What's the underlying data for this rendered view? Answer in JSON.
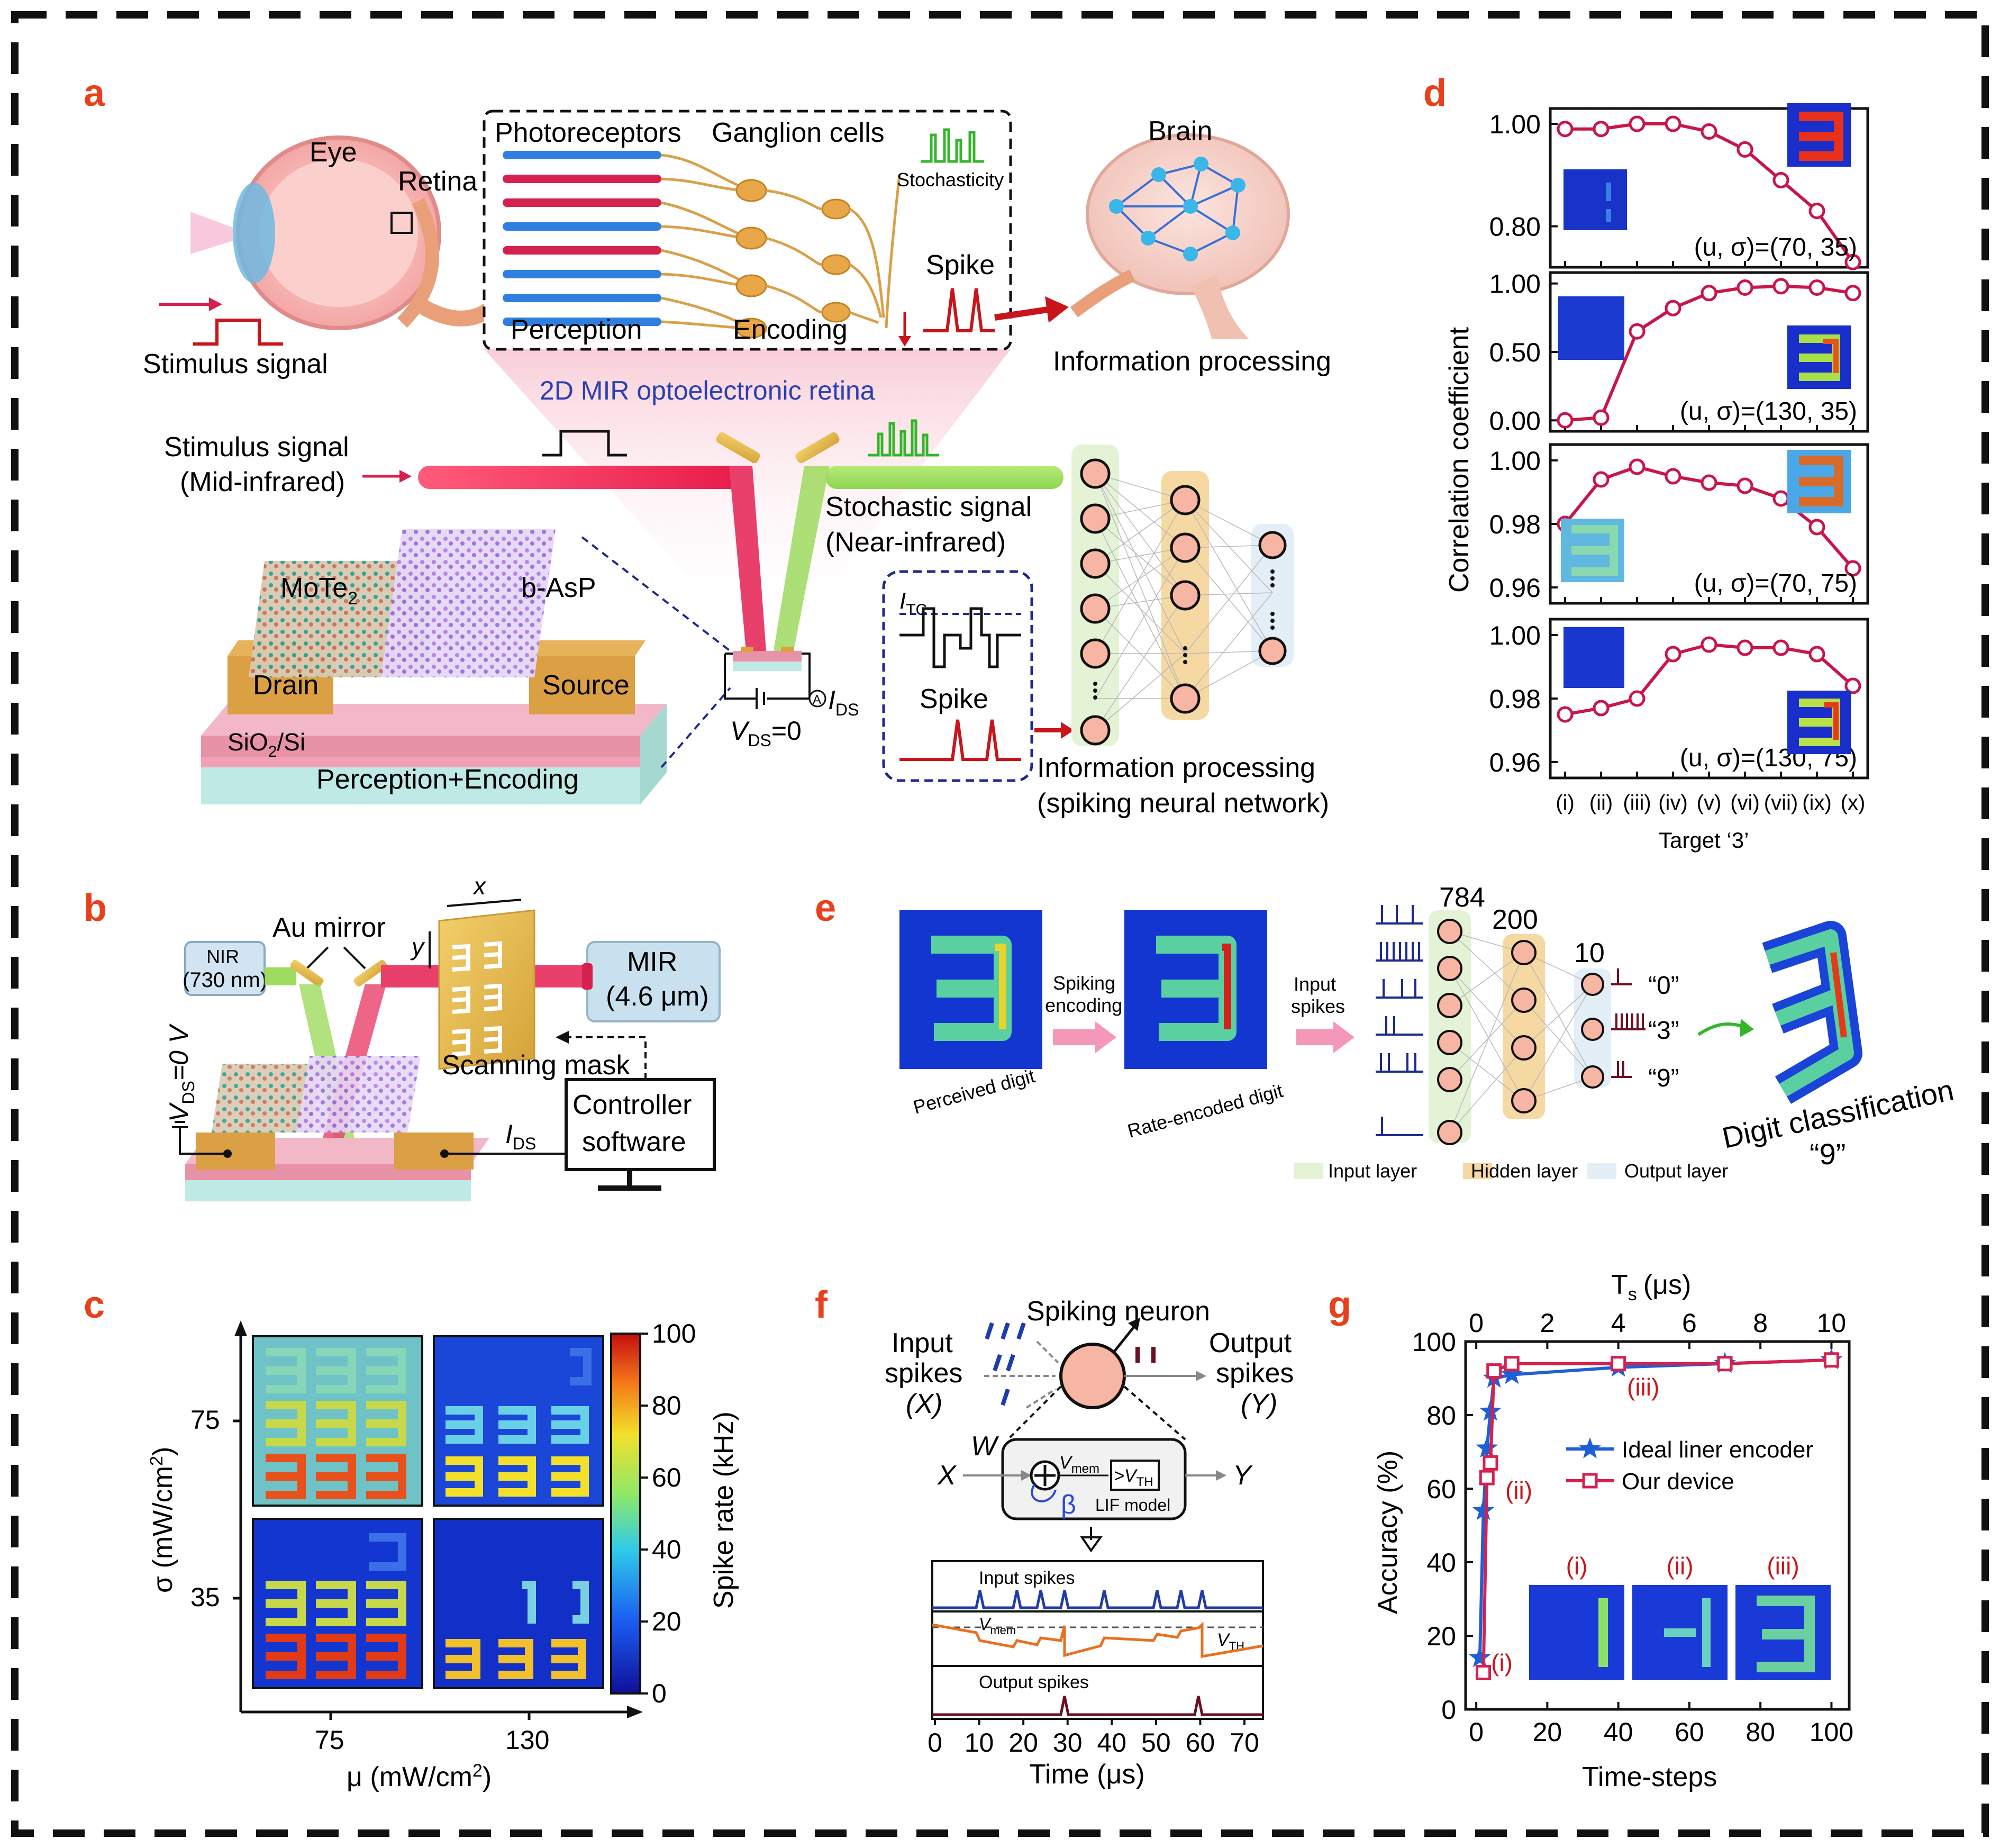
{
  "panels": {
    "a": {
      "label": "a"
    },
    "b": {
      "label": "b"
    },
    "c": {
      "label": "c"
    },
    "d": {
      "label": "d"
    },
    "e": {
      "label": "e"
    },
    "f": {
      "label": "f"
    },
    "g": {
      "label": "g"
    }
  },
  "panel_a": {
    "eye": "Eye",
    "retina": "Retina",
    "stimulus_signal": "Stimulus signal",
    "photoreceptors": "Photoreceptors",
    "ganglion_cells": "Ganglion cells",
    "stochasticity": "Stochasticity",
    "spike": "Spike",
    "perception": "Perception",
    "encoding": "Encoding",
    "brain": "Brain",
    "information_processing": "Information processing",
    "device_title": "2D MIR optoelectronic retina",
    "stimulus_mir_1": "Stimulus signal",
    "stimulus_mir_2": "(Mid-infrared)",
    "stochastic_1": "Stochastic signal",
    "stochastic_2": "(Near-infrared)",
    "mote2": "MoTe",
    "mote2_sub": "2",
    "basp": "b-AsP",
    "drain": "Drain",
    "source": "Source",
    "substrate": "SiO",
    "substrate_sub": "2",
    "substrate_tail": "/Si",
    "perception_encoding": "Perception+Encoding",
    "vds": "V",
    "vds_sub": "DS",
    "vds_val": "=0",
    "ids": "I",
    "ids_sub": "DS",
    "itc": "I",
    "itc_sub": "TC",
    "spike2": "Spike",
    "snn_1": "Information processing",
    "snn_2": "(spiking neural network)"
  },
  "panel_b": {
    "au_mirror": "Au mirror",
    "nir_1": "NIR",
    "nir_2": "(730 nm)",
    "mir_1": "MIR",
    "mir_2": "(4.6 μm)",
    "x": "x",
    "y": "y",
    "scanning_mask": "Scanning mask",
    "controller_1": "Controller",
    "controller_2": "software",
    "vds": "V",
    "vds_sub": "DS",
    "vds_val": "=0 V",
    "ids": "I",
    "ids_sub": "DS"
  },
  "panel_c": {
    "ylabel": "σ (mW/cm",
    "ylabel_sup": "2",
    "ylabel_end": ")",
    "xlabel": "μ (mW/cm",
    "xlabel_sup": "2",
    "xlabel_end": ")",
    "yticks": [
      "75",
      "35"
    ],
    "xticks": [
      "75",
      "130"
    ],
    "colorbar_label": "Spike rate (kHz)",
    "colorbar_ticks": [
      "100",
      "80",
      "60",
      "40",
      "20",
      "0"
    ]
  },
  "panel_e": {
    "perceived": "Perceived digit",
    "rate_encoded": "Rate-encoded digit",
    "spiking_encoding_1": "Spiking",
    "spiking_encoding_2": "encoding",
    "input_spikes_1": "Input",
    "input_spikes_2": "spikes",
    "n_input": "784",
    "n_hidden": "200",
    "n_output": "10",
    "out0": "“0”",
    "out3": "“3”",
    "out9": "“9”",
    "classification_1": "Digit classification",
    "classification_2": "“9”",
    "legend_input": "Input layer",
    "legend_hidden": "Hidden layer",
    "legend_output": "Output layer"
  },
  "panel_f": {
    "spiking_neuron": "Spiking neuron",
    "input_1": "Input",
    "input_2": "spikes",
    "input_3": "(X)",
    "output_1": "Output",
    "output_2": "spikes",
    "output_3": "(Y)",
    "x": "X",
    "w": "W",
    "y": "Y",
    "vmem": "V",
    "vmem_sub": "mem",
    "vth": ">V",
    "vth_sub": "TH",
    "beta": "β",
    "lif": "LIF model",
    "trace_input": "Input spikes",
    "trace_vmem": "V",
    "trace_vmem_sub": "mem",
    "trace_vth": "V",
    "trace_vth_sub": "TH",
    "trace_output": "Output spikes",
    "xticks": [
      "0",
      "10",
      "20",
      "30",
      "40",
      "50",
      "60",
      "70"
    ],
    "xlabel": "Time (μs)"
  },
  "colors": {
    "panel_label": "#e8401c",
    "ideal": "#1f5fd6",
    "device": "#d6204f",
    "annotation": "#c8151b"
  },
  "chart_data": [
    {
      "type": "line",
      "panel": "d",
      "ylabel": "Correlation coefficient",
      "xlabel": "Target ‘3’",
      "categories": [
        "(i)",
        "(ii)",
        "(iii)",
        "(iv)",
        "(v)",
        "(vi)",
        "(vii)",
        "(ix)",
        "(x)"
      ],
      "subplots": [
        {
          "annotation": "(u, σ)=(70, 35)",
          "ylim": [
            0.72,
            1.03
          ],
          "yticks": [
            0.8,
            1.0
          ],
          "ytick_labels": [
            "0.80",
            "1.00"
          ],
          "values": [
            0.99,
            0.99,
            1.0,
            1.0,
            0.985,
            0.95,
            0.89,
            0.83,
            0.73
          ]
        },
        {
          "annotation": "(u, σ)=(130, 35)",
          "ylim": [
            -0.08,
            1.08
          ],
          "yticks": [
            0.0,
            0.5,
            1.0
          ],
          "ytick_labels": [
            "0.00",
            "0.50",
            "1.00"
          ],
          "values": [
            0.0,
            0.02,
            0.65,
            0.82,
            0.93,
            0.97,
            0.98,
            0.97,
            0.93
          ]
        },
        {
          "annotation": "(u, σ)=(70, 75)",
          "ylim": [
            0.955,
            1.005
          ],
          "yticks": [
            0.96,
            0.98,
            1.0
          ],
          "ytick_labels": [
            "0.96",
            "0.98",
            "1.00"
          ],
          "values": [
            0.98,
            0.994,
            0.998,
            0.995,
            0.993,
            0.992,
            0.988,
            0.979,
            0.966
          ]
        },
        {
          "annotation": "(u, σ)=(130, 75)",
          "ylim": [
            0.955,
            1.005
          ],
          "yticks": [
            0.96,
            0.98,
            1.0
          ],
          "ytick_labels": [
            "0.96",
            "0.98",
            "1.00"
          ],
          "values": [
            0.975,
            0.977,
            0.98,
            0.994,
            0.997,
            0.996,
            0.996,
            0.994,
            0.984
          ]
        }
      ]
    },
    {
      "type": "line",
      "panel": "g",
      "xlabel": "Time-steps",
      "ylabel": "Accuracy (%)",
      "top_xlabel": "T",
      "top_xlabel_sub": "s",
      "top_xlabel_unit": "(μs)",
      "xlim": [
        -3,
        105
      ],
      "ylim": [
        0,
        100
      ],
      "xticks": [
        0,
        20,
        40,
        60,
        80,
        100
      ],
      "yticks": [
        0,
        20,
        40,
        60,
        80,
        100
      ],
      "top_xticks": [
        0,
        2,
        4,
        6,
        8,
        10
      ],
      "series": [
        {
          "name": "Ideal liner encoder",
          "x": [
            1,
            2,
            3,
            4,
            5,
            10,
            40,
            70,
            100
          ],
          "y": [
            14,
            54,
            71,
            81,
            90,
            91,
            93,
            94,
            95
          ]
        },
        {
          "name": "Our device",
          "x": [
            2,
            3,
            4,
            5,
            10,
            40,
            70,
            100
          ],
          "y": [
            10,
            63,
            67,
            92,
            94,
            94,
            94,
            95
          ]
        }
      ],
      "annotations": [
        "(i)",
        "(ii)",
        "(iii)"
      ],
      "inset_labels": [
        "(i)",
        "(ii)",
        "(iii)"
      ]
    }
  ]
}
